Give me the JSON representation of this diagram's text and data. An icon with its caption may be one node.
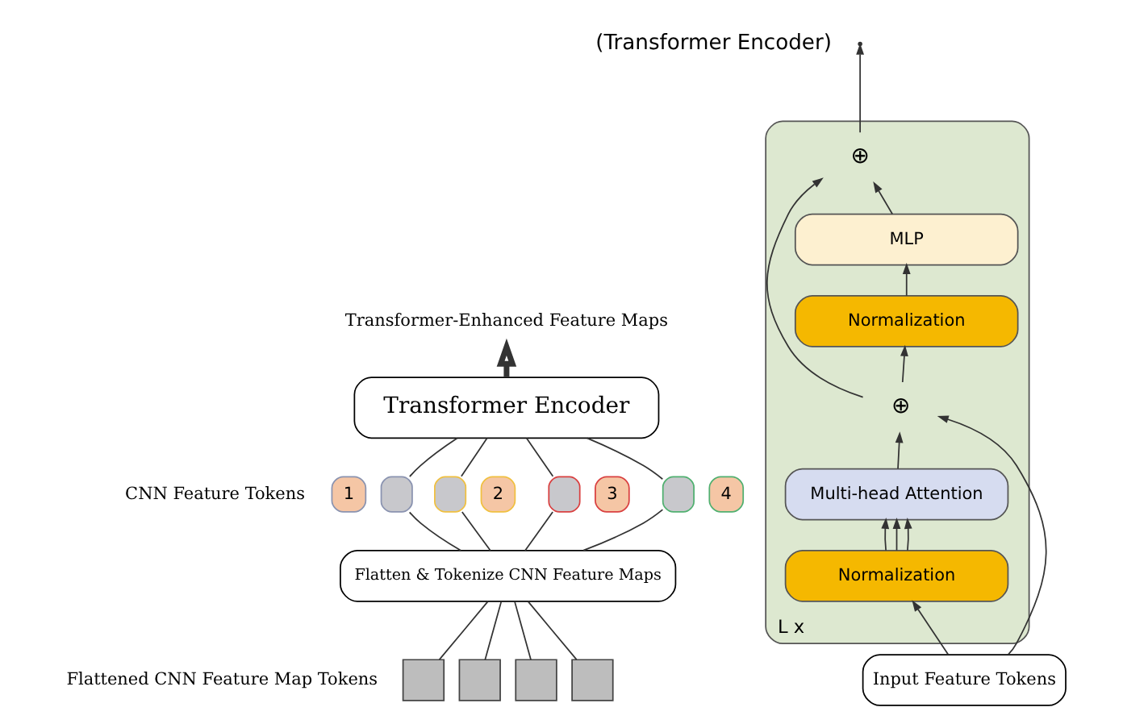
{
  "diagram": {
    "nodes": [
      {
        "text": [
          "Transformer-Enhanced Feature Maps"
        ]
      },
      {
        "text": [
          "Transformer Encoder"
        ]
      },
      {
        "text": [
          "1"
        ]
      },
      {
        "text": [],
        "shape": "box"
      },
      {
        "text": [
          "2"
        ]
      },
      {
        "text": [],
        "shape": "box"
      },
      {
        "text": [
          "3"
        ]
      },
      {
        "text": [],
        "shape": "box"
      },
      {
        "text": [
          "4"
        ]
      },
      {
        "text": [],
        "shape": "box"
      },
      {
        "text": [
          "Flatten & Tokenize CNN Feature Maps"
        ]
      },
      {
        "text": [],
        "shape": "box"
      },
      {
        "text": [],
        "shape": "box"
      },
      {
        "text": [],
        "shape": "box"
      },
      {
        "text": [],
        "shape": "box"
      },
      {
        "text": [
          "L x"
        ]
      },
      {
        "text": [
          "⊕"
        ],
        "in": 15
      },
      {
        "text": [
          "MLP"
        ],
        "in": 15
      },
      {
        "text": [
          "Normalization"
        ],
        "in": 15
      },
      {
        "text": [
          "⊕"
        ],
        "in": 15
      },
      {
        "text": [
          "Multi-head Attention"
        ],
        "in": 15
      },
      {
        "text": [
          "Normalization"
        ],
        "in": 15
      },
      {
        "text": [
          "Input Feature Tokens"
        ]
      }
    ],
    "edges": [
      {
        "from": 1,
        "to": 0,
        "arrow": "to",
        "style": "thick"
      },
      {
        "from": 11,
        "to": 10,
        "arrow": "none"
      },
      {
        "from": 12,
        "to": 10,
        "arrow": "none"
      },
      {
        "from": 13,
        "to": 10,
        "arrow": "none"
      },
      {
        "from": 14,
        "to": 10,
        "arrow": "none"
      },
      {
        "from": 10,
        "to": 3,
        "arrow": "none"
      },
      {
        "from": 10,
        "to": 5,
        "arrow": "none"
      },
      {
        "from": 10,
        "to": 7,
        "arrow": "none"
      },
      {
        "from": 10,
        "to": 9,
        "arrow": "none"
      },
      {
        "from": 3,
        "to": 1,
        "arrow": "none"
      },
      {
        "from": 5,
        "to": 1,
        "arrow": "none"
      },
      {
        "from": 7,
        "to": 1,
        "arrow": "none"
      },
      {
        "from": 9,
        "to": 1,
        "arrow": "none"
      },
      {
        "from": 22,
        "to": 21,
        "arrow": "to"
      },
      {
        "from": 22,
        "to": 19,
        "arrow": "to"
      },
      {
        "from": 21,
        "to": 20,
        "arrow": "to"
      },
      {
        "from": 21,
        "to": 20,
        "arrow": "to"
      },
      {
        "from": 21,
        "to": 20,
        "arrow": "to"
      },
      {
        "from": 20,
        "to": 19,
        "arrow": "to"
      },
      {
        "from": 19,
        "to": 18,
        "arrow": "to"
      },
      {
        "from": 19,
        "to": 16,
        "arrow": "to"
      },
      {
        "from": 18,
        "to": 17,
        "arrow": "to"
      },
      {
        "from": 17,
        "to": 16,
        "arrow": "to"
      },
      {
        "from": 16,
        "to": null,
        "arrow": "to"
      }
    ],
    "labels": [
      "(Transformer Encoder)",
      "CNN Feature Tokens",
      "Flattened CNN Feature Map Tokens"
    ]
  }
}
